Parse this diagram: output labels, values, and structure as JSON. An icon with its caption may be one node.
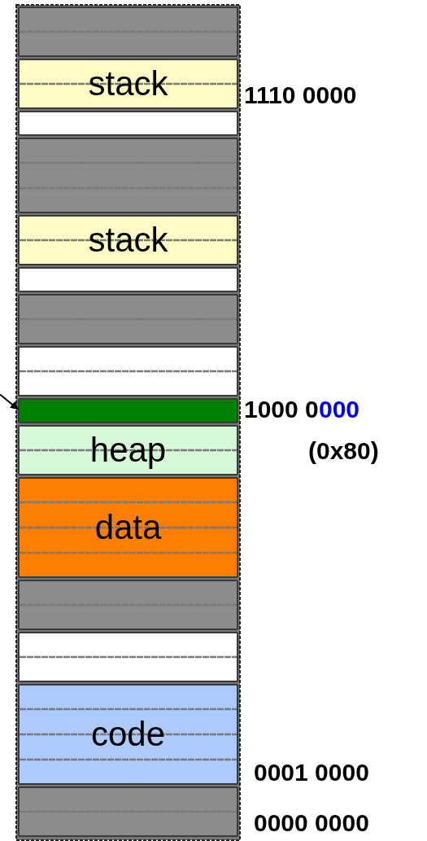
{
  "diagram": {
    "nodes": [
      {
        "text": [],
        "shape": "box"
      },
      {
        "text": [
          "stack"
        ]
      },
      {
        "text": [],
        "shape": "box"
      },
      {
        "text": [],
        "shape": "box"
      },
      {
        "text": [
          "stack"
        ]
      },
      {
        "text": [],
        "shape": "box"
      },
      {
        "text": [],
        "shape": "box"
      },
      {
        "text": [],
        "shape": "box"
      },
      {
        "text": [],
        "shape": "box"
      },
      {
        "text": [
          "heap"
        ]
      },
      {
        "text": [
          "data"
        ]
      },
      {
        "text": [],
        "shape": "box"
      },
      {
        "text": [],
        "shape": "box"
      },
      {
        "text": [
          "code"
        ]
      },
      {
        "text": [],
        "shape": "box"
      }
    ],
    "edges": [
      {
        "from": null,
        "to": 8,
        "arrow": "to"
      }
    ],
    "labels": [
      "1110 0000",
      "1000 0",
      "000",
      "(0x80)",
      "0001 0000",
      "0000 0000"
    ]
  }
}
